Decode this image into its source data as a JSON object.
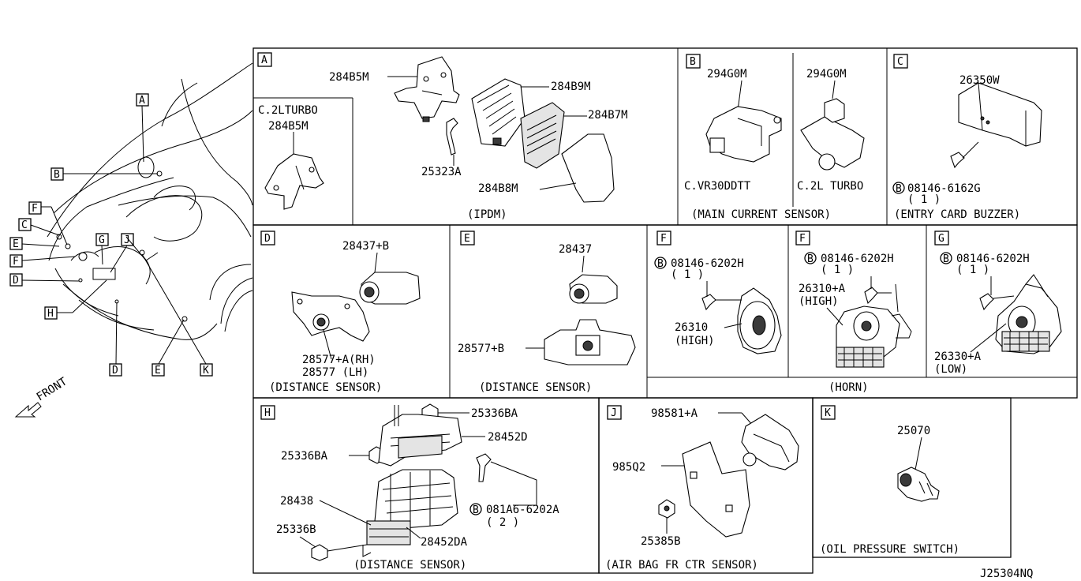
{
  "diagram_id": "J25304NQ",
  "front_label": "FRONT",
  "overview_callouts": {
    "A": "A",
    "B": "B",
    "C": "C",
    "D": "D",
    "E": "E",
    "F": "F",
    "G": "G",
    "H": "H",
    "J": "J",
    "K": "K"
  },
  "sections": {
    "A": {
      "letter": "A",
      "sub_label": "C.2LTURBO",
      "sub_part": "284B5M",
      "parts": [
        "284B5M",
        "284B9M",
        "284B7M",
        "25323A",
        "284B8M"
      ],
      "caption": "(IPDM)"
    },
    "B": {
      "letter": "B",
      "parts": [
        "294G0M",
        "294G0M"
      ],
      "variants": [
        "C.VR30DDTT",
        "C.2L TURBO"
      ],
      "caption": "(MAIN CURRENT SENSOR)"
    },
    "C": {
      "letter": "C",
      "parts": [
        "26350W",
        "08146-6162G",
        "( 1 )"
      ],
      "bolt_mark": "B",
      "caption": "(ENTRY CARD BUZZER)"
    },
    "D": {
      "letter": "D",
      "parts": [
        "28437+B",
        "28577+A(RH)",
        "28577   (LH)"
      ],
      "caption": "(DISTANCE SENSOR)"
    },
    "E": {
      "letter": "E",
      "parts": [
        "28437",
        "28577+B"
      ],
      "caption": "(DISTANCE SENSOR)"
    },
    "F1": {
      "letter": "F",
      "parts": [
        "08146-6202H",
        "( 1 )",
        "26310",
        "(HIGH)"
      ],
      "bolt_mark": "B"
    },
    "F2": {
      "letter": "F",
      "parts": [
        "08146-6202H",
        "( 1 )",
        "26310+A",
        "(HIGH)"
      ],
      "bolt_mark": "B"
    },
    "G": {
      "letter": "G",
      "parts": [
        "08146-6202H",
        "( 1 )",
        "26330+A",
        "(LOW)"
      ],
      "bolt_mark": "B"
    },
    "horn_caption": "(HORN)",
    "H": {
      "letter": "H",
      "parts": [
        "25336BA",
        "28452D",
        "25336BA",
        "081A6-6202A",
        "( 2 )",
        "28438",
        "28452DA",
        "25336B"
      ],
      "bolt_mark": "B",
      "caption": "(DISTANCE SENSOR)"
    },
    "J": {
      "letter": "J",
      "parts": [
        "98581+A",
        "985Q2",
        "25385B"
      ],
      "caption": "(AIR BAG FR CTR SENSOR)"
    },
    "K": {
      "letter": "K",
      "parts": [
        "25070"
      ],
      "caption": "(OIL PRESSURE SWITCH)"
    }
  }
}
